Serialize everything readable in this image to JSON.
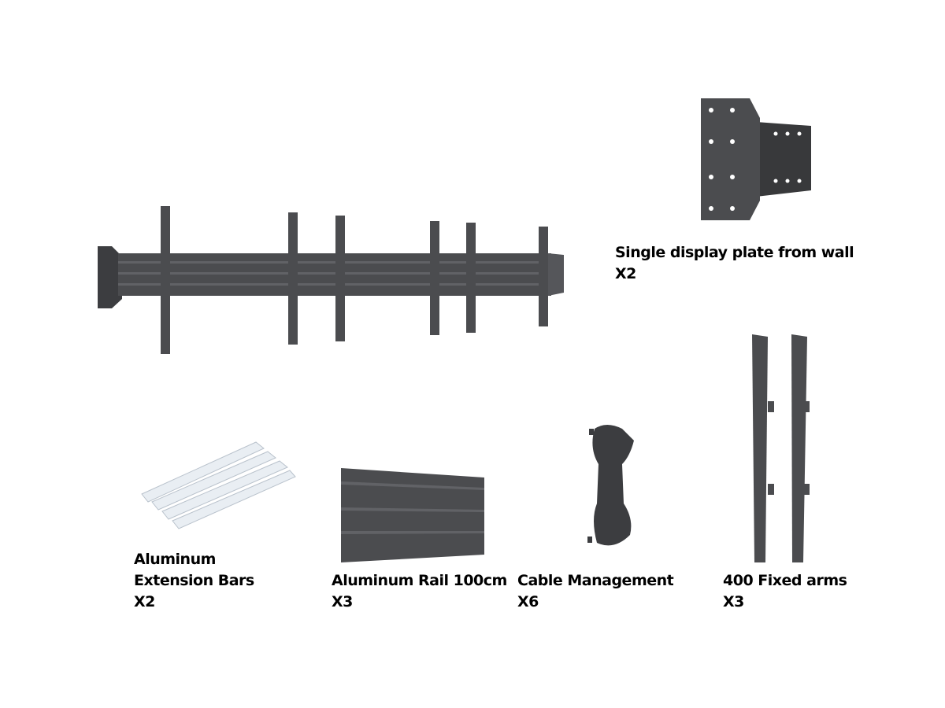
{
  "colors": {
    "metal": "#4b4c4f",
    "metal_dark": "#38393b",
    "aluminum": "#e9eef3",
    "background": "#ffffff"
  },
  "parts": [
    {
      "id": "plate",
      "name": "Single display plate from wall",
      "qty": "X2"
    },
    {
      "id": "ext",
      "name_line1": "Aluminum",
      "name_line2": "Extension Bars",
      "qty": "X2"
    },
    {
      "id": "rail",
      "name": "Aluminum Rail 100cm",
      "qty": "X3"
    },
    {
      "id": "cable",
      "name": "Cable Management",
      "qty": "X6"
    },
    {
      "id": "arms",
      "name": "400 Fixed arms",
      "qty": "X3"
    }
  ]
}
